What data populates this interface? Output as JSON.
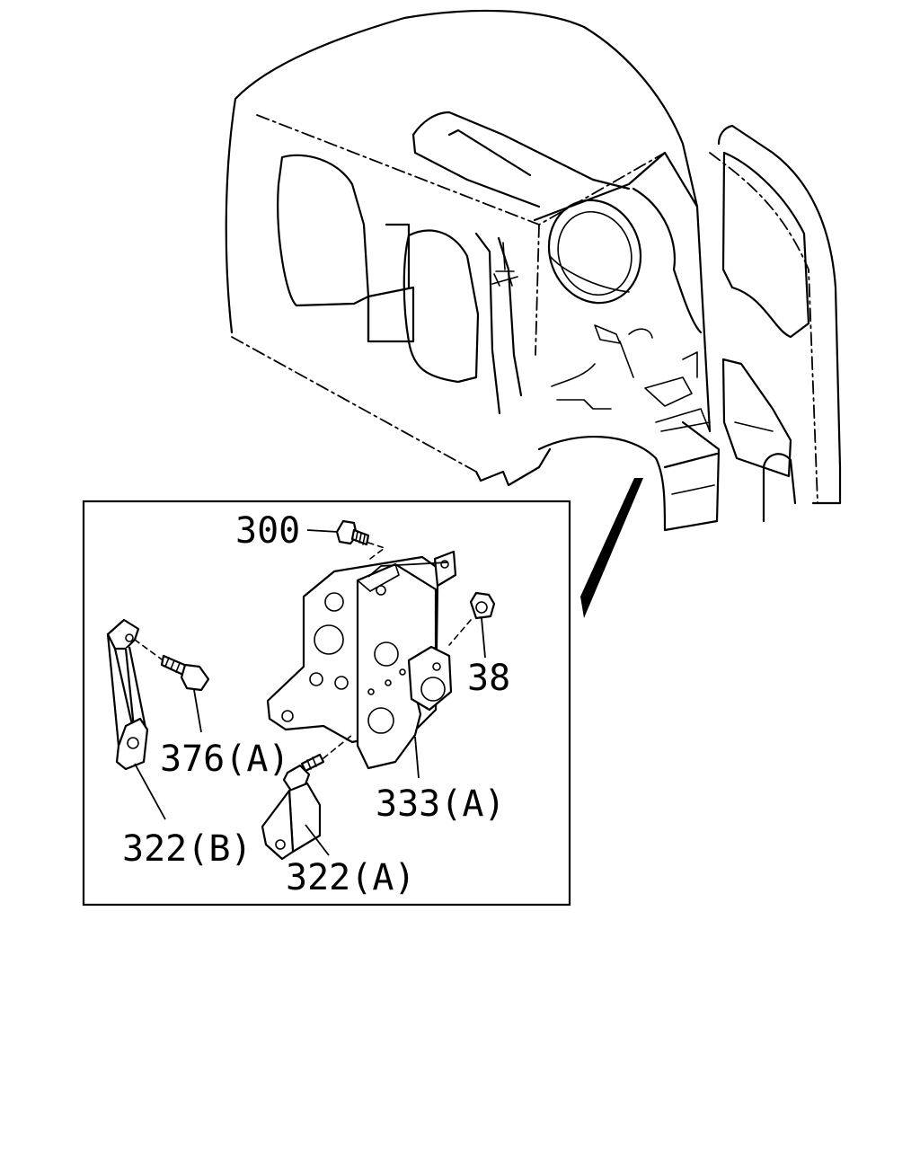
{
  "callouts": {
    "c300": "300",
    "c38": "38",
    "c376a": "376(A)",
    "c333a": "333(A)",
    "c322b": "322(B)",
    "c322a": "322(A)"
  }
}
